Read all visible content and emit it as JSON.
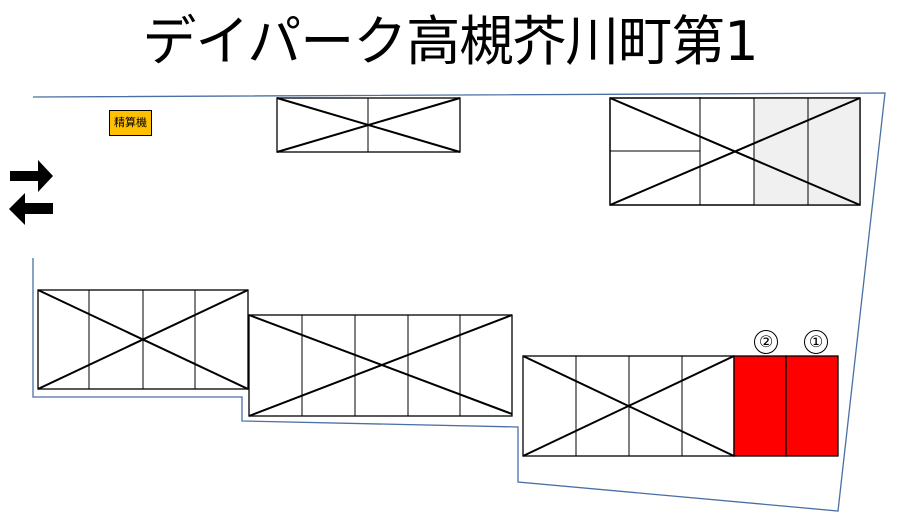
{
  "title": "デイパーク高槻芥川町第1",
  "kiosk": {
    "label": "精算機",
    "color": "#ffc000",
    "icon": "payment-machine-icon"
  },
  "entrance": {
    "icon": "two-way-arrows-icon",
    "directions": [
      "in",
      "out"
    ]
  },
  "colors": {
    "boundary": "#4a6fa5",
    "available": "#ff0000",
    "shaded": "#f0f0f0",
    "stroke": "#000000"
  },
  "available_spaces": [
    {
      "number": "①",
      "status": "available"
    },
    {
      "number": "②",
      "status": "available"
    }
  ],
  "blocks": [
    {
      "id": "top-middle",
      "spaces": 2,
      "status": "unavailable"
    },
    {
      "id": "top-right",
      "spaces": 5,
      "status": "unavailable"
    },
    {
      "id": "left",
      "spaces": 4,
      "status": "unavailable"
    },
    {
      "id": "middle",
      "spaces": 5,
      "status": "unavailable"
    },
    {
      "id": "bottom-right",
      "spaces": 4,
      "status": "unavailable"
    }
  ]
}
